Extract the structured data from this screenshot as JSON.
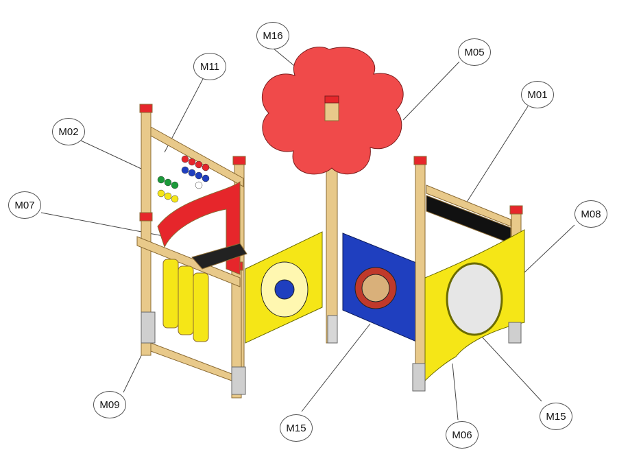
{
  "labels": {
    "m16": "M16",
    "m05": "M05",
    "m11": "M11",
    "m01": "M01",
    "m02": "M02",
    "m07": "M07",
    "m08": "M08",
    "m09": "M09",
    "m15_center": "M15",
    "m15_right": "M15",
    "m06": "M06"
  },
  "colors": {
    "wood": "#e8c98a",
    "wood_dark": "#b8924f",
    "cap": "#e6262b",
    "flower": "#f04a4a",
    "yellow": "#f5e617",
    "blue": "#1f3fbf",
    "black": "#111111",
    "steel": "#cfcfcf"
  }
}
